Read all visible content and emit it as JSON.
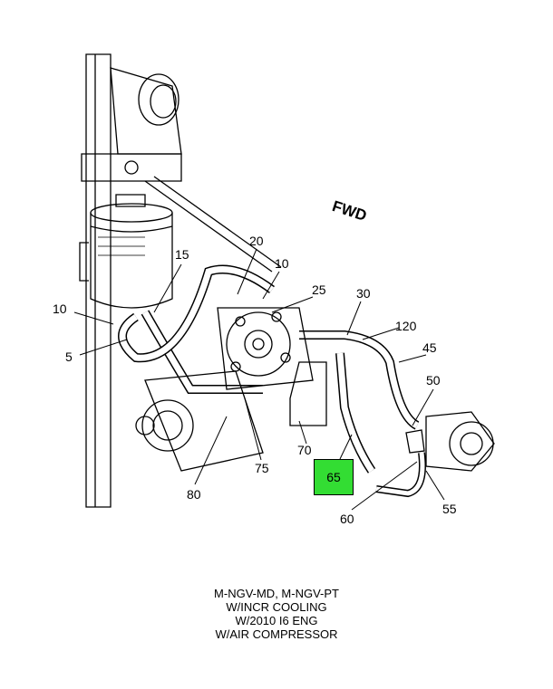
{
  "diagram": {
    "orientation_label": "FWD",
    "callouts": [
      "20",
      "10",
      "15",
      "25",
      "30",
      "120",
      "45",
      "10",
      "5",
      "50",
      "70",
      "75",
      "80",
      "60",
      "55"
    ],
    "highlighted_callout": "65",
    "highlight_color": "#33dd33"
  },
  "caption": {
    "lines": [
      "M-NGV-MD, M-NGV-PT",
      "W/INCR COOLING",
      "W/2010 I6 ENG",
      "W/AIR COMPRESSOR"
    ]
  }
}
